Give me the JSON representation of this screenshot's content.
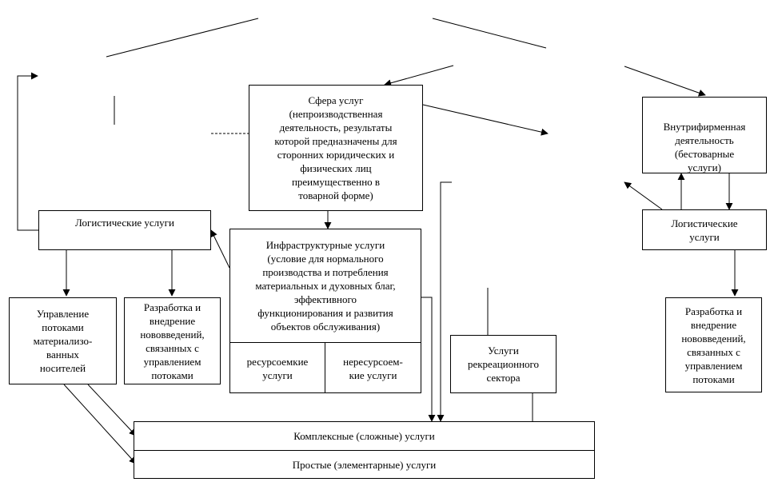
{
  "nodes": {
    "services_sphere": "Сфера услуг\n(непроизводственная\nдеятельность, результаты\nкоторой предназначены для\nсторонних юридических и\nфизических лиц\nпреимущественно в\nтоварной форме)",
    "intrafirm": "Внутрифирменная\nдеятельность\n(бестоварные\nуслуги)",
    "logistic_left": "Логистические услуги",
    "logistic_right": "Логистические\nуслуги",
    "infrastructure": "Инфраструктурные услуги\n(условие для нормального\nпроизводства и потребления\nматериальных и духовных благ,\nэффективного\nфункционирования и развития\nобъектов обслуживания)",
    "resource_intensive": "ресурсоемкие\nуслуги",
    "non_resource_intensive": "нересурсоем-\nкие услуги",
    "flow_management": "Управление\nпотоками\nматериализо-\nванных\nносителей",
    "innovation_left": "Разработка и\nвнедрение\nнововведений,\nсвязанных с\nуправлением\nпотоками",
    "innovation_right": "Разработка и\nвнедрение\nнововведений,\nсвязанных с\nуправлением\nпотоками",
    "recreation": "Услуги\nрекреационного\nсектора",
    "complex_services": "Комплексные (сложные) услуги",
    "simple_services": "Простые (элементарные) услуги"
  }
}
